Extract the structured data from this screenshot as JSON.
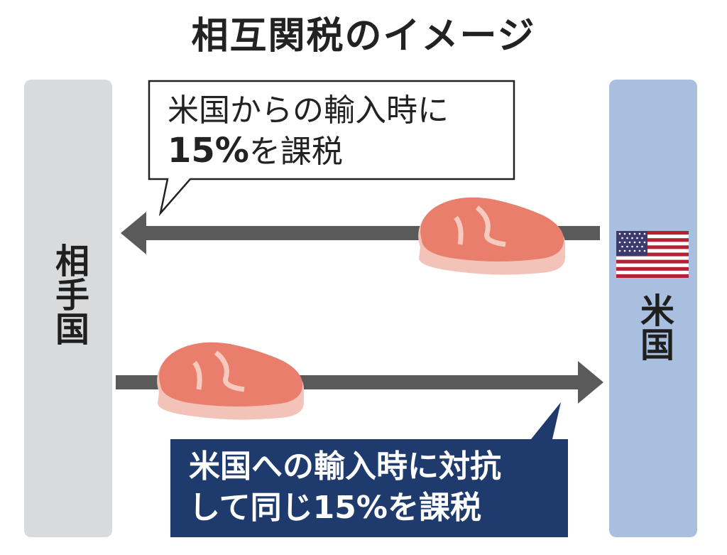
{
  "title": "相互関税のイメージ",
  "left_party": "相手国",
  "right_party": "米国",
  "top_callout": {
    "line1": "米国からの輸入時に",
    "rate": "15%",
    "line2_suffix": "を課税"
  },
  "bottom_callout": {
    "line1": "米国への輸入時に対抗",
    "line2": "して同じ15%を課税"
  },
  "colors": {
    "left_column": "#d9dadb",
    "right_column": "#a9bfdf",
    "arrow": "#5a5a5a",
    "meat": "#ea7e6c",
    "meat_fat": "#f5c6bb",
    "bottom_callout_bg": "#1f3b6e"
  },
  "icons": [
    "meat-steak-icon",
    "us-flag-icon",
    "arrow-left-icon",
    "arrow-right-icon"
  ]
}
